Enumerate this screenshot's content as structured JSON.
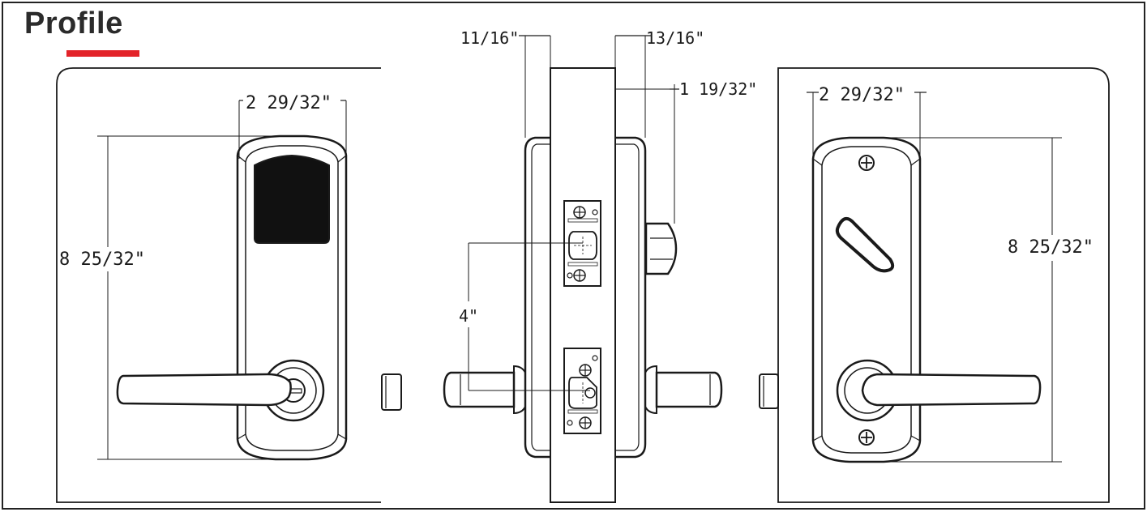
{
  "header": {
    "title": "Profile",
    "accent_color": "#e32329"
  },
  "front_view": {
    "width_label": "2  29/32\"",
    "height_label": "8  25/32\""
  },
  "side_view": {
    "left_offset_label": "11/16\"",
    "right_offset_label": "13/16\"",
    "thickness_label": "1  19/32\"",
    "spacing_label": "4\""
  },
  "back_view": {
    "width_label": "2  29/32\"",
    "height_label": "8  25/32\""
  }
}
